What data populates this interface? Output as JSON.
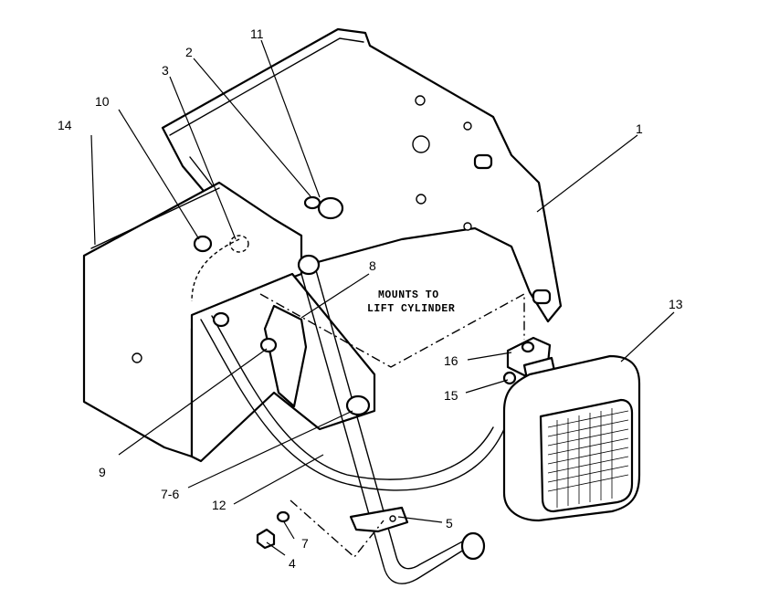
{
  "callouts": {
    "c1": "1",
    "c2": "2",
    "c3": "3",
    "c4": "4",
    "c5": "5",
    "c7": "7",
    "c8": "8",
    "c9": "9",
    "c10": "10",
    "c11": "11",
    "c12": "12",
    "c13": "13",
    "c14": "14",
    "c15": "15",
    "c16": "16",
    "c76": "7-6"
  },
  "note": {
    "line1": "MOUNTS TO",
    "line2": "LIFT CYLINDER"
  }
}
